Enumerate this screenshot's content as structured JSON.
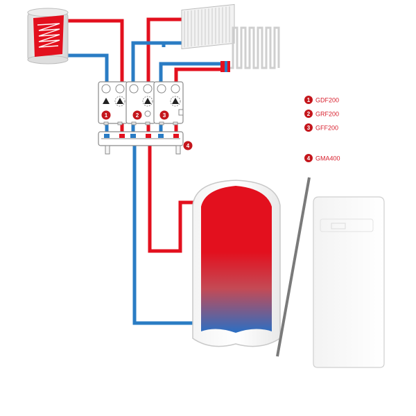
{
  "colors": {
    "hot": "#e3101e",
    "cold": "#2a7cc4",
    "badge": "#c4161c",
    "outline": "#8a8a8a",
    "divider": "#7a7a7a"
  },
  "legend": [
    {
      "num": "1",
      "label": "GDF200"
    },
    {
      "num": "2",
      "label": "GRF200"
    },
    {
      "num": "3",
      "label": "GFF200"
    },
    {
      "num": "4",
      "label": "GMA400"
    }
  ],
  "diagram": {
    "components": [
      "solar-collector",
      "radiator",
      "underfloor-heating",
      "pump-group-gdf200",
      "pump-group-grf200",
      "pump-group-gff200",
      "manifold-gma400",
      "storage-tank",
      "boiler-unit"
    ],
    "badge_icons": [
      "pump-symbol",
      "mixer-symbol"
    ]
  }
}
